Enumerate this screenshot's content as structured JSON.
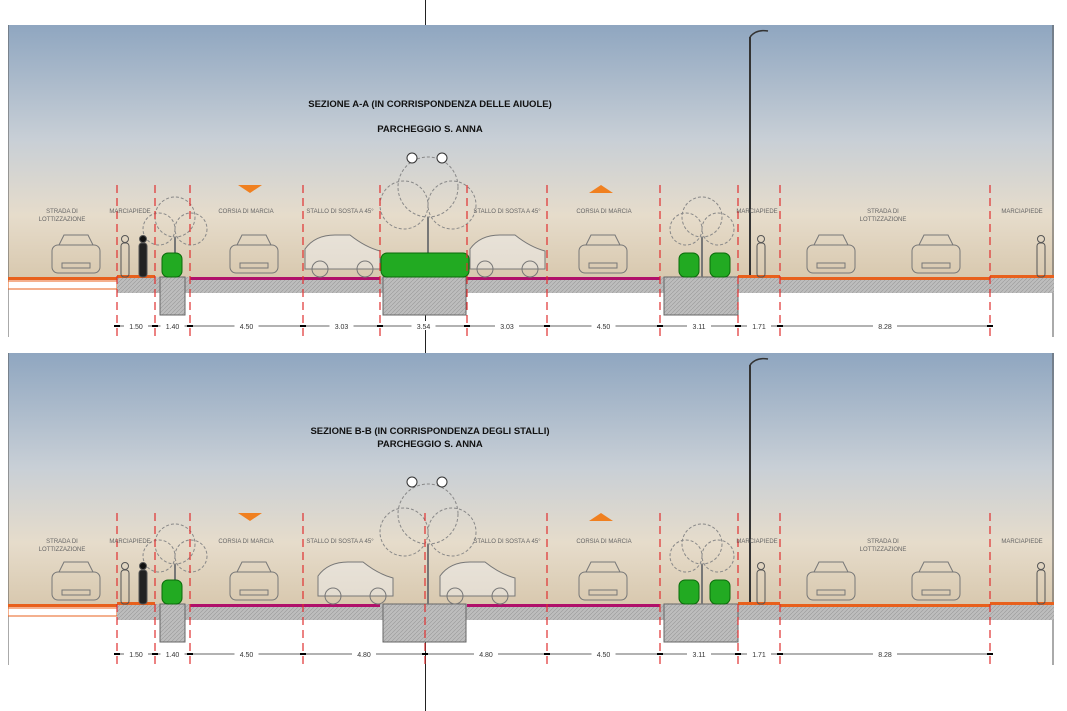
{
  "sections": [
    {
      "title": "SEZIONE A-A (IN CORRISPONDENZA DELLE AIUOLE)",
      "subtitle": "PARCHEGGIO S. ANNA",
      "zones": [
        "STRADA DI\nLOTTIZZAZIONE",
        "MARCIAPIEDE",
        "CORSIA DI MARCIA",
        "STALLO DI SOSTA A 45°",
        "STALLO DI SOSTA A 45°",
        "CORSIA DI MARCIA",
        "MARCIAPIEDE",
        "STRADA DI\nLOTTIZZAZIONE",
        "MARCIAPIEDE"
      ],
      "dimensions": [
        "1.50",
        "1.40",
        "4.50",
        "3.03",
        "3.54",
        "3.03",
        "4.50",
        "3.11",
        "1.71",
        "8.28"
      ],
      "central_hedge": true
    },
    {
      "title": "SEZIONE B-B (IN CORRISPONDENZA DEGLI STALLI)",
      "subtitle": "PARCHEGGIO S. ANNA",
      "zones": [
        "STRADA DI\nLOTTIZZAZIONE",
        "MARCIAPIEDE",
        "CORSIA DI MARCIA",
        "STALLO DI SOSTA A 45°",
        "STALLO DI SOSTA A 45°",
        "CORSIA DI MARCIA",
        "MARCIAPIEDE",
        "STRADA DI\nLOTTIZZAZIONE",
        "MARCIAPIEDE"
      ],
      "dimensions": [
        "1.50",
        "1.40",
        "4.50",
        "4.80",
        "4.80",
        "4.50",
        "3.11",
        "1.71",
        "8.28"
      ],
      "central_hedge": false
    }
  ],
  "colors": {
    "dash": "#e03030",
    "lane": "#b0106a",
    "road": "#e8601c",
    "arrow": "#f08020",
    "hedge": "#22aa22",
    "ground": "#b8b8b8"
  }
}
